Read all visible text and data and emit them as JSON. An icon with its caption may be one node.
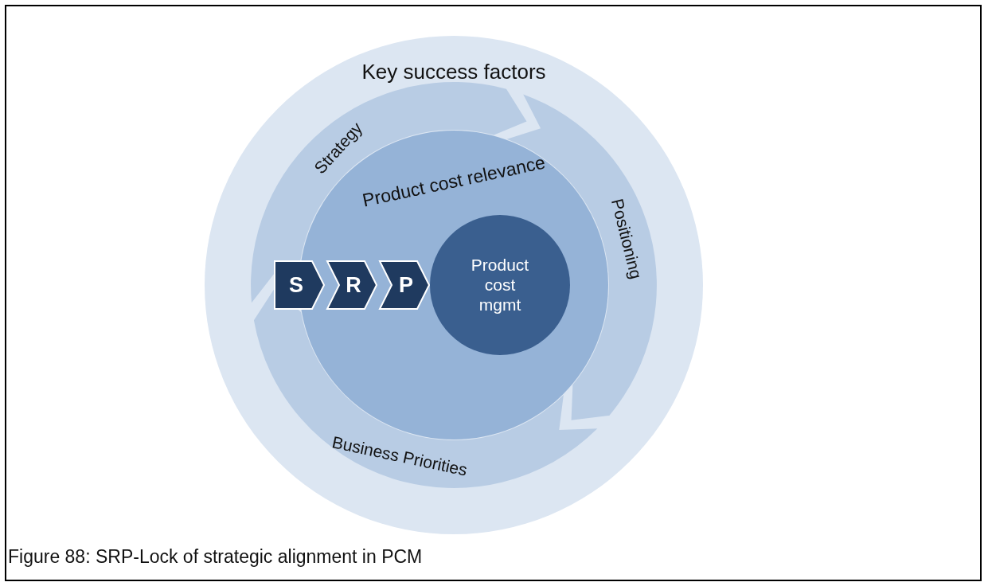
{
  "diagram": {
    "caption": "Figure 88: SRP-Lock of strategic alignment in PCM",
    "nodes": [
      {
        "text": [
          "Key success factors"
        ]
      },
      {
        "text": [
          "Strategy"
        ],
        "in": 0
      },
      {
        "text": [
          "Positioning"
        ],
        "in": 0
      },
      {
        "text": [
          "Business Priorities"
        ],
        "in": 0
      },
      {
        "text": [
          "Product cost relevance"
        ],
        "in": 0
      },
      {
        "text": [
          "Product cost mgmt"
        ],
        "in": 4
      },
      {
        "text": [
          "S"
        ],
        "in": 0
      },
      {
        "text": [
          "R"
        ],
        "in": 4
      },
      {
        "text": [
          "P"
        ],
        "in": 4
      }
    ]
  }
}
